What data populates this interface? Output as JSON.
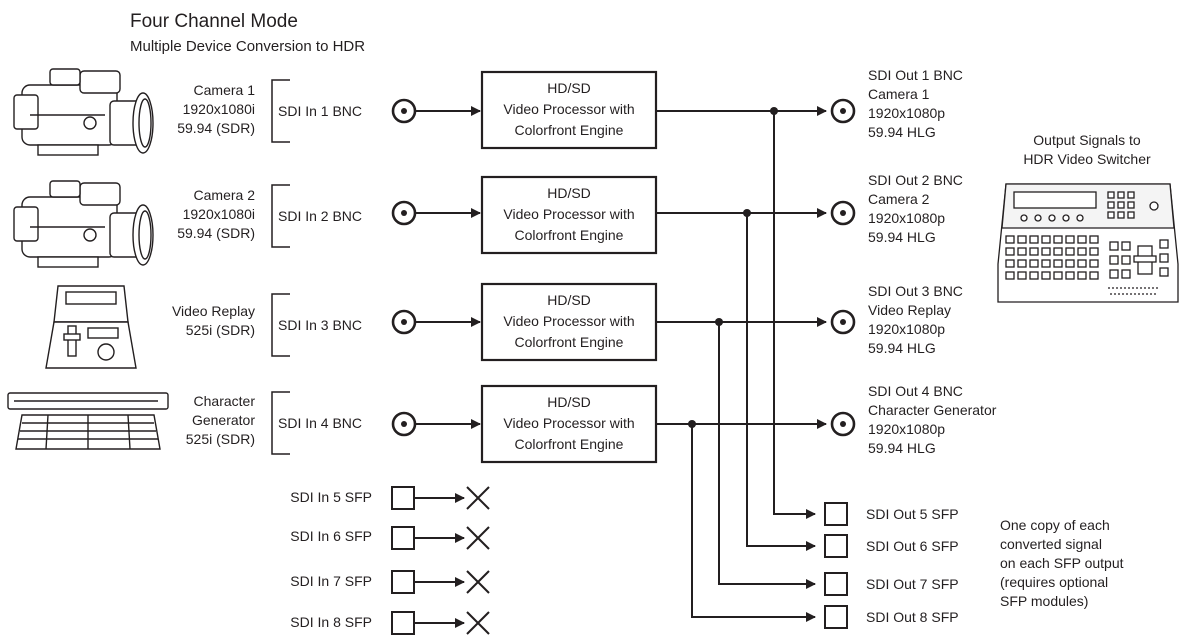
{
  "header": {
    "title": "Four Channel Mode",
    "subtitle": "Multiple Device Conversion to HDR"
  },
  "sources": [
    {
      "icon": "camera-icon",
      "lines": [
        "Camera 1",
        "1920x1080i",
        "59.94 (SDR)"
      ],
      "input": "SDI In 1 BNC"
    },
    {
      "icon": "camera-icon",
      "lines": [
        "Camera 2",
        "1920x1080i",
        "59.94 (SDR)"
      ],
      "input": "SDI In 2 BNC"
    },
    {
      "icon": "replay-controller-icon",
      "lines": [
        "Video Replay",
        "525i (SDR)"
      ],
      "input": "SDI In 3 BNC"
    },
    {
      "icon": "character-generator-keyboard-icon",
      "lines": [
        "Character",
        "Generator",
        "525i (SDR)"
      ],
      "input": "SDI In 4 BNC"
    }
  ],
  "processor": {
    "lines": [
      "HD/SD",
      "Video Processor with",
      "Colorfront Engine"
    ]
  },
  "outputs_bnc": [
    {
      "lines": [
        "SDI Out 1 BNC",
        "Camera 1",
        "1920x1080p",
        "59.94 HLG"
      ]
    },
    {
      "lines": [
        "SDI Out 2 BNC",
        "Camera 2",
        "1920x1080p",
        "59.94 HLG"
      ]
    },
    {
      "lines": [
        "SDI Out 3 BNC",
        "Video Replay",
        "1920x1080p",
        "59.94 HLG"
      ]
    },
    {
      "lines": [
        "SDI Out 4 BNC",
        "Character Generator",
        "1920x1080p",
        "59.94 HLG"
      ]
    }
  ],
  "unused_inputs": [
    "SDI In 5 SFP",
    "SDI In 6 SFP",
    "SDI In 7 SFP",
    "SDI In 8 SFP"
  ],
  "sfp_outputs": [
    "SDI Out 5 SFP",
    "SDI Out 6 SFP",
    "SDI Out 7 SFP",
    "SDI Out 8 SFP"
  ],
  "switcher": {
    "icon": "hdr-video-switcher-icon",
    "lines": [
      "Output Signals to",
      "HDR Video Switcher"
    ]
  },
  "sfp_note": {
    "lines": [
      "One copy of each",
      "converted signal",
      "on each SFP output",
      "(requires optional",
      "SFP modules)"
    ]
  }
}
